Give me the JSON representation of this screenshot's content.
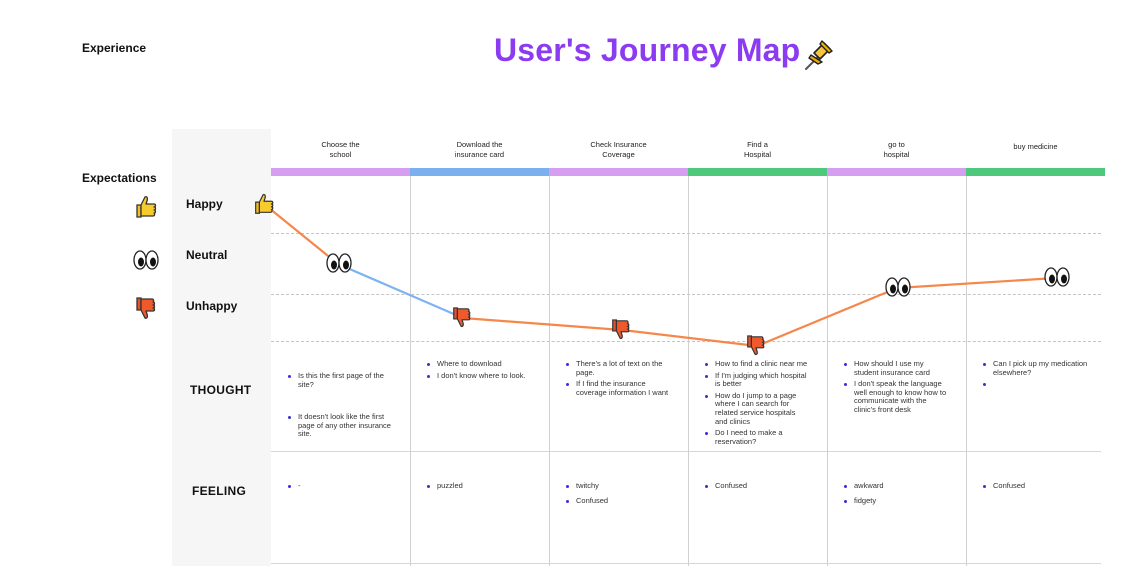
{
  "header": {
    "experience_label": "Experience",
    "title": "User's Journey Map",
    "pin_icon": "pushpin-icon"
  },
  "legend": {
    "section_label": "Expectations",
    "levels": [
      {
        "label": "Happy",
        "icon": "thumbs-up-icon"
      },
      {
        "label": "Neutral",
        "icon": "eyes-icon"
      },
      {
        "label": "Unhappy",
        "icon": "thumbs-down-icon"
      }
    ]
  },
  "row_labels": {
    "thought": "THOUGHT",
    "feeling": "FEELING"
  },
  "colors": {
    "title": "#8b3cf0",
    "bar_purple": "#d59ef0",
    "bar_blue": "#7bb0ee",
    "bar_green": "#4ec97b",
    "line_orange": "#f5874a",
    "line_blue": "#7cb3f0",
    "bullet": "#3a2fd8"
  },
  "stages": [
    {
      "line1": "Choose the",
      "line2": "school",
      "bar_color": "#d59ef0",
      "thoughts": [
        "Is this the first page of the site?",
        "It doesn't look like the first page of any other insurance site."
      ],
      "feelings": [
        "-"
      ]
    },
    {
      "line1": "Download the",
      "line2": "insurance card",
      "bar_color": "#7bb0ee",
      "thoughts": [
        "Where to download",
        "I don't know where to look."
      ],
      "feelings": [
        "puzzled"
      ]
    },
    {
      "line1": "Check Insurance",
      "line2": "Coverage",
      "bar_color": "#d59ef0",
      "thoughts": [
        "There's a lot of text on the page.",
        "If I find the insurance coverage information I want"
      ],
      "feelings": [
        "twitchy",
        "Confused"
      ]
    },
    {
      "line1": "Find a",
      "line2": "Hospital",
      "bar_color": "#4ec97b",
      "thoughts": [
        "How to find a clinic near me",
        "If I'm judging which hospital is better",
        "How do I jump to a page where I can search for related service hospitals and clinics",
        "Do I need to make a reservation?"
      ],
      "feelings": [
        "Confused"
      ]
    },
    {
      "line1": "go to",
      "line2": "hospital",
      "bar_color": "#d59ef0",
      "thoughts": [
        "How should I use my student insurance card",
        "I don't speak the language well enough to know how to communicate with the clinic's front desk"
      ],
      "feelings": [
        "awkward",
        "fidgety"
      ]
    },
    {
      "line1": "buy medicine",
      "line2": "",
      "bar_color": "#4ec97b",
      "thoughts": [
        "Can I pick up my medication elsewhere?",
        ""
      ],
      "feelings": [
        "Confused"
      ]
    }
  ],
  "journey_points": [
    {
      "name": "start",
      "sentiment": "happy",
      "icon": "thumbs-up-icon"
    },
    {
      "name": "choose-school",
      "sentiment": "neutral",
      "icon": "eyes-icon"
    },
    {
      "name": "download-card",
      "sentiment": "unhappy",
      "icon": "thumbs-down-icon"
    },
    {
      "name": "check-coverage",
      "sentiment": "unhappy",
      "icon": "thumbs-down-icon"
    },
    {
      "name": "find-hospital",
      "sentiment": "unhappy",
      "icon": "thumbs-down-icon"
    },
    {
      "name": "go-hospital",
      "sentiment": "neutral",
      "icon": "eyes-icon"
    },
    {
      "name": "buy-medicine",
      "sentiment": "neutral",
      "icon": "eyes-icon"
    }
  ]
}
